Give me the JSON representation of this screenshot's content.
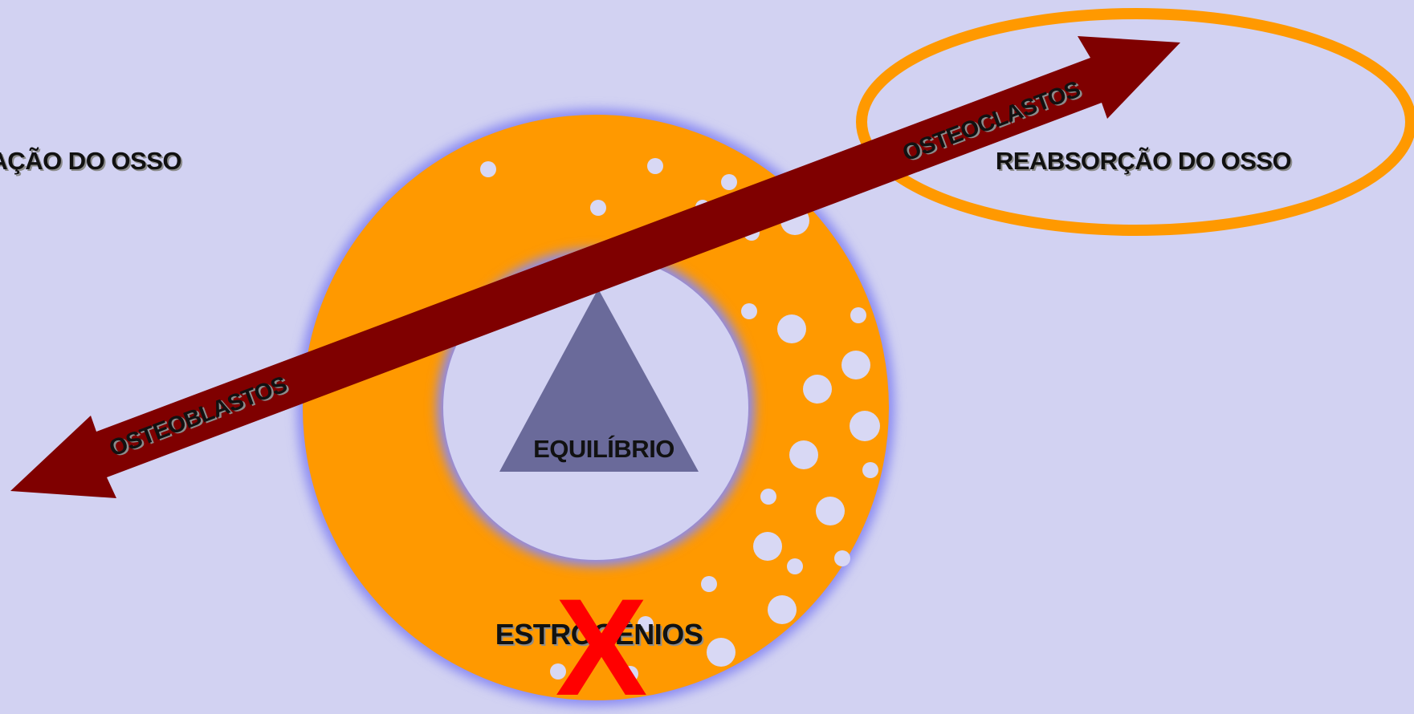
{
  "labels": {
    "formation": "FORMAÇÃO DO OSSO",
    "resorption": "REABSORÇÃO DO OSSO",
    "osteoclasts": "OSTEOCLASTOS",
    "osteoblasts": "OSTEOBLASTOS",
    "balance": "EQUILÍBRIO",
    "estrogens": "ESTROGÊNIOS",
    "cross_mark": "X"
  },
  "colors": {
    "background": "#d2d2f2",
    "ring": "#ff9900",
    "ring_glow": "#8a8af2",
    "arrow": "#7f0000",
    "triangle": "#6a6a9a",
    "ellipse_outline": "#ff9900",
    "cross": "#ff0000",
    "dots": "#d8d8f4"
  },
  "icons": {
    "center": "triangle-fulcrum-icon",
    "cross": "x-mark-icon"
  }
}
